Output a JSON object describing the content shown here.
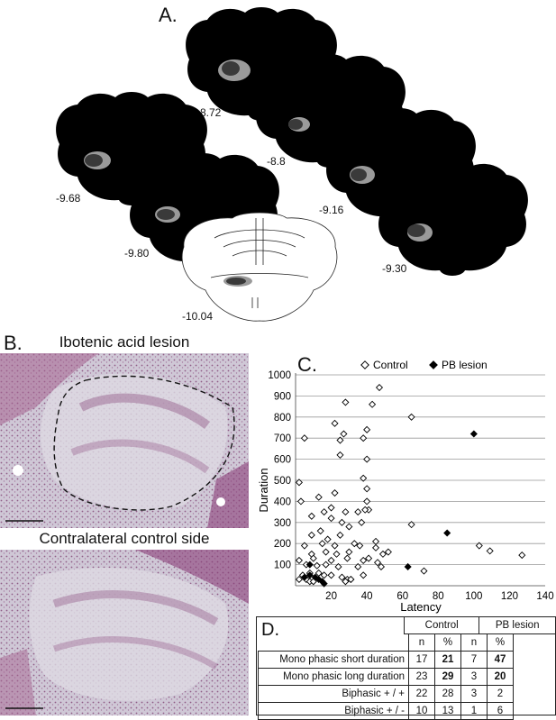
{
  "panel_a": {
    "letter": "A.",
    "coordinates": [
      "-8.72",
      "-8.8",
      "-9.16",
      "-9.30",
      "-9.68",
      "-9.80",
      "-10.04"
    ]
  },
  "panel_b": {
    "letter": "B.",
    "top_title": "Ibotenic acid lesion",
    "bottom_title": "Contralateral control side"
  },
  "panel_c": {
    "letter": "C."
  },
  "chart_data": {
    "type": "scatter",
    "xlabel": "Latency",
    "ylabel": "Duration",
    "xlim": [
      0,
      140
    ],
    "ylim": [
      0,
      1000
    ],
    "xticks": [
      20,
      40,
      60,
      80,
      100,
      120,
      140
    ],
    "yticks": [
      100,
      200,
      300,
      400,
      500,
      600,
      700,
      800,
      900,
      1000
    ],
    "grid": "horizontal",
    "legend_position": "top",
    "series": [
      {
        "name": "Control",
        "marker": "open-diamond",
        "color": "#000000",
        "points": [
          [
            47,
            940
          ],
          [
            28,
            870
          ],
          [
            43,
            860
          ],
          [
            65,
            800
          ],
          [
            22,
            770
          ],
          [
            27,
            720
          ],
          [
            25,
            690
          ],
          [
            38,
            700
          ],
          [
            40,
            740
          ],
          [
            5,
            700
          ],
          [
            25,
            620
          ],
          [
            40,
            600
          ],
          [
            38,
            510
          ],
          [
            2,
            490
          ],
          [
            40,
            460
          ],
          [
            22,
            440
          ],
          [
            40,
            400
          ],
          [
            3,
            400
          ],
          [
            13,
            420
          ],
          [
            20,
            370
          ],
          [
            41,
            360
          ],
          [
            39,
            360
          ],
          [
            16,
            350
          ],
          [
            28,
            350
          ],
          [
            35,
            350
          ],
          [
            9,
            330
          ],
          [
            20,
            320
          ],
          [
            26,
            300
          ],
          [
            37,
            300
          ],
          [
            30,
            280
          ],
          [
            65,
            290
          ],
          [
            14,
            260
          ],
          [
            9,
            240
          ],
          [
            25,
            240
          ],
          [
            18,
            220
          ],
          [
            33,
            200
          ],
          [
            45,
            210
          ],
          [
            5,
            190
          ],
          [
            15,
            200
          ],
          [
            22,
            190
          ],
          [
            36,
            190
          ],
          [
            103,
            190
          ],
          [
            109,
            165
          ],
          [
            127,
            145
          ],
          [
            45,
            180
          ],
          [
            49,
            150
          ],
          [
            52,
            160
          ],
          [
            9,
            150
          ],
          [
            17,
            160
          ],
          [
            23,
            150
          ],
          [
            30,
            160
          ],
          [
            10,
            130
          ],
          [
            20,
            120
          ],
          [
            29,
            130
          ],
          [
            41,
            130
          ],
          [
            38,
            120
          ],
          [
            46,
            110
          ],
          [
            2,
            120
          ],
          [
            6,
            100
          ],
          [
            12,
            95
          ],
          [
            17,
            100
          ],
          [
            24,
            90
          ],
          [
            35,
            90
          ],
          [
            48,
            90
          ],
          [
            72,
            70
          ],
          [
            4,
            50
          ],
          [
            8,
            60
          ],
          [
            13,
            60
          ],
          [
            20,
            50
          ],
          [
            26,
            40
          ],
          [
            29,
            30
          ],
          [
            31,
            30
          ],
          [
            2,
            30
          ],
          [
            6,
            30
          ],
          [
            8,
            20
          ],
          [
            10,
            20
          ],
          [
            16,
            50
          ],
          [
            28,
            20
          ],
          [
            31,
            30
          ],
          [
            38,
            50
          ]
        ]
      },
      {
        "name": "PB lesion",
        "marker": "filled-diamond",
        "color": "#000000",
        "points": [
          [
            100,
            720
          ],
          [
            85,
            250
          ],
          [
            63,
            90
          ],
          [
            8,
            100
          ],
          [
            8,
            50
          ],
          [
            5,
            40
          ],
          [
            11,
            40
          ],
          [
            13,
            30
          ],
          [
            15,
            20
          ],
          [
            16,
            10
          ]
        ]
      }
    ]
  },
  "panel_d": {
    "letter": "D.",
    "header": {
      "control": "Control",
      "pb_lesion": "PB lesion"
    },
    "subheader": {
      "n": "n",
      "pct": "%"
    },
    "rows": [
      {
        "label": "Mono phasic short duration",
        "c_n": "17",
        "c_pct": "21",
        "p_n": "7",
        "p_pct": "47"
      },
      {
        "label": "Mono phasic long duration",
        "c_n": "23",
        "c_pct": "29",
        "p_n": "3",
        "p_pct": "20"
      },
      {
        "label": "Biphasic + / +",
        "c_n": "22",
        "c_pct": "28",
        "p_n": "3",
        "p_pct": "2"
      },
      {
        "label": "Biphasic + / -",
        "c_n": "10",
        "c_pct": "13",
        "p_n": "1",
        "p_pct": "6"
      }
    ]
  },
  "colors": {
    "lesion_dark": "#3a3a3a",
    "lesion_light": "#9a9a9a",
    "stain_pink": "#a5638f",
    "stain_pale": "#d6d3dc",
    "grid": "#999999"
  }
}
